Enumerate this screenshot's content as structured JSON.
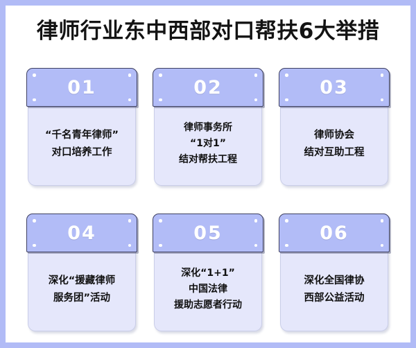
{
  "poster": {
    "title": "律师行业东中西部对口帮扶6大举措",
    "frame_color": "#b1bbf6",
    "header_color": "#b2bcf7",
    "body_color": "#e5e7fb",
    "header_border_color": "#3d3f60",
    "number_color": "#ffffff",
    "text_color": "#101010",
    "background_color": "#ffffff"
  },
  "cards": [
    {
      "number": "01",
      "lines": [
        "“千名青年律师”",
        "对口培养工作"
      ]
    },
    {
      "number": "02",
      "lines": [
        "律师事务所",
        "“1对1”",
        "结对帮扶工程"
      ]
    },
    {
      "number": "03",
      "lines": [
        "律师协会",
        "结对互助工程"
      ]
    },
    {
      "number": "04",
      "lines": [
        "深化“援藏律师",
        "服务团”活动"
      ]
    },
    {
      "number": "05",
      "lines": [
        "深化“1+1”",
        "中国法律",
        "援助志愿者行动"
      ]
    },
    {
      "number": "06",
      "lines": [
        "深化全国律协",
        "西部公益活动"
      ]
    }
  ]
}
